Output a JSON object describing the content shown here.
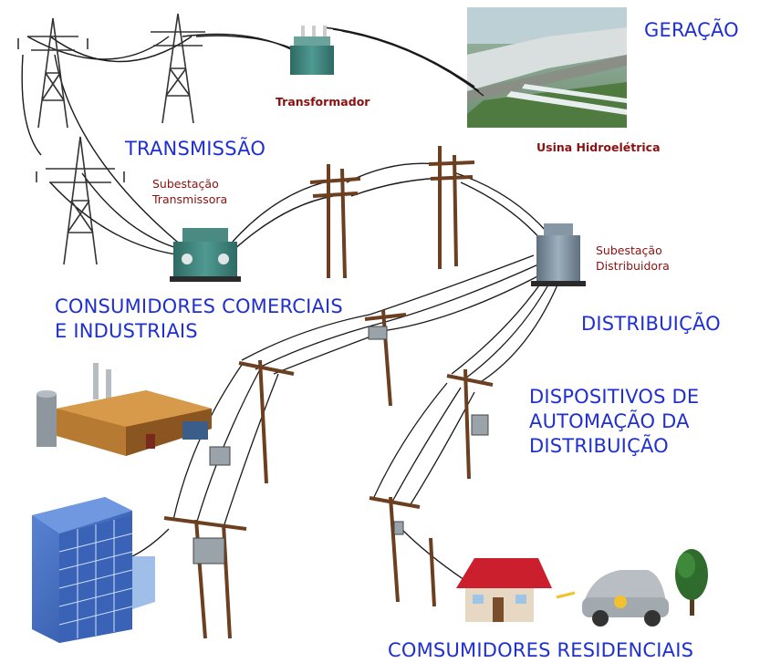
{
  "labels": {
    "geracao": "GERAÇÃO",
    "transmissao": "TRANSMISSÃO",
    "transformador": "Transformador",
    "usina": "Usina Hidroelétrica",
    "subestacao_transmissora": [
      "Subestação",
      "Transmissora"
    ],
    "subestacao_distribuidora": [
      "Subestação",
      "Distribuidora"
    ],
    "consumidores_comerciais": [
      "CONSUMIDORES COMERCIAIS",
      "E INDUSTRIAIS"
    ],
    "distribuicao": "DISTRIBUIÇÃO",
    "dispositivos": [
      "DISPOSITIVOS DE",
      "AUTOMAÇÃO DA",
      "DISTRIBUIÇÃO"
    ],
    "consumidores_residenciais": "COMSUMIDORES RESIDENCIAIS"
  },
  "colors": {
    "label_blue": "#1f2fd0",
    "label_red": "#8b1010",
    "pole_brown": "#6b3f1f",
    "transformer_teal": "#3d7f78",
    "wire": "#1a1a1a"
  }
}
